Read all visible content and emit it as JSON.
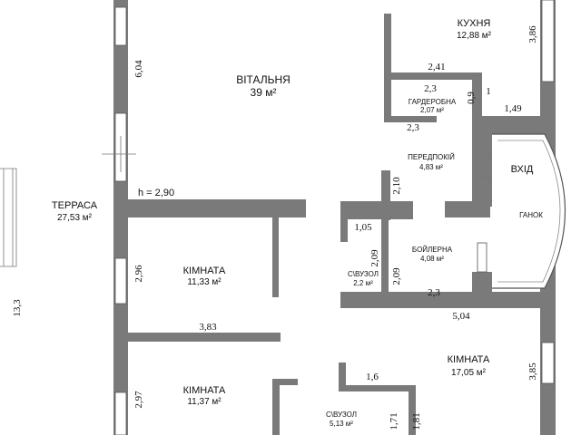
{
  "rooms": {
    "vitalnia": {
      "name": "ВІТАЛЬНЯ",
      "area": "39 м²"
    },
    "kukhnia": {
      "name": "КУХНЯ",
      "area": "12,88 м²"
    },
    "garderobna": {
      "name": "ГАРДЕРОБНА",
      "area": "2,07 м²"
    },
    "peredpokii": {
      "name": "ПЕРЕДПОКІЙ",
      "area": "4,83 м²"
    },
    "terrasa": {
      "name": "ТЕРРАСА",
      "area": "27,53 м²"
    },
    "kimnata1": {
      "name": "КІМНАТА",
      "area": "11,33 м²"
    },
    "svuzol1": {
      "name": "С\\ВУЗОЛ",
      "area": "2,2 м²"
    },
    "boilerna": {
      "name": "БОЙЛЕРНА",
      "area": "4,08 м²"
    },
    "kimnata2": {
      "name": "КІМНАТА",
      "area": "11,37 м²"
    },
    "svuzol2": {
      "name": "С\\ВУЗОЛ",
      "area": "5,13 м²"
    },
    "kimnata3": {
      "name": "КІМНАТА",
      "area": "17,05 м²"
    }
  },
  "labels": {
    "vkhid": "ВХІД",
    "ganok": "ГАНОК",
    "ceiling_height": "h = 2,90"
  },
  "dimensions": {
    "d_6_04": "6,04",
    "d_3_86": "3,86",
    "d_2_41": "2,41",
    "d_2_3_a": "2,3",
    "d_0_9": "0,9",
    "d_1": "1",
    "d_1_49": "1,49",
    "d_2_3_b": "2,3",
    "d_2_10": "2,10",
    "d_1_05": "1,05",
    "d_2_09_a": "2,09",
    "d_2_09_b": "2,09",
    "d_2_3_c": "2,3",
    "d_5_04": "5,04",
    "d_2_96": "2,96",
    "d_3_83": "3,83",
    "d_3_85": "3,85",
    "d_1_6": "1,6",
    "d_2_97": "2,97",
    "d_1_71": "1,71",
    "d_1_81": "1,81",
    "d_13_3": "13,3"
  }
}
